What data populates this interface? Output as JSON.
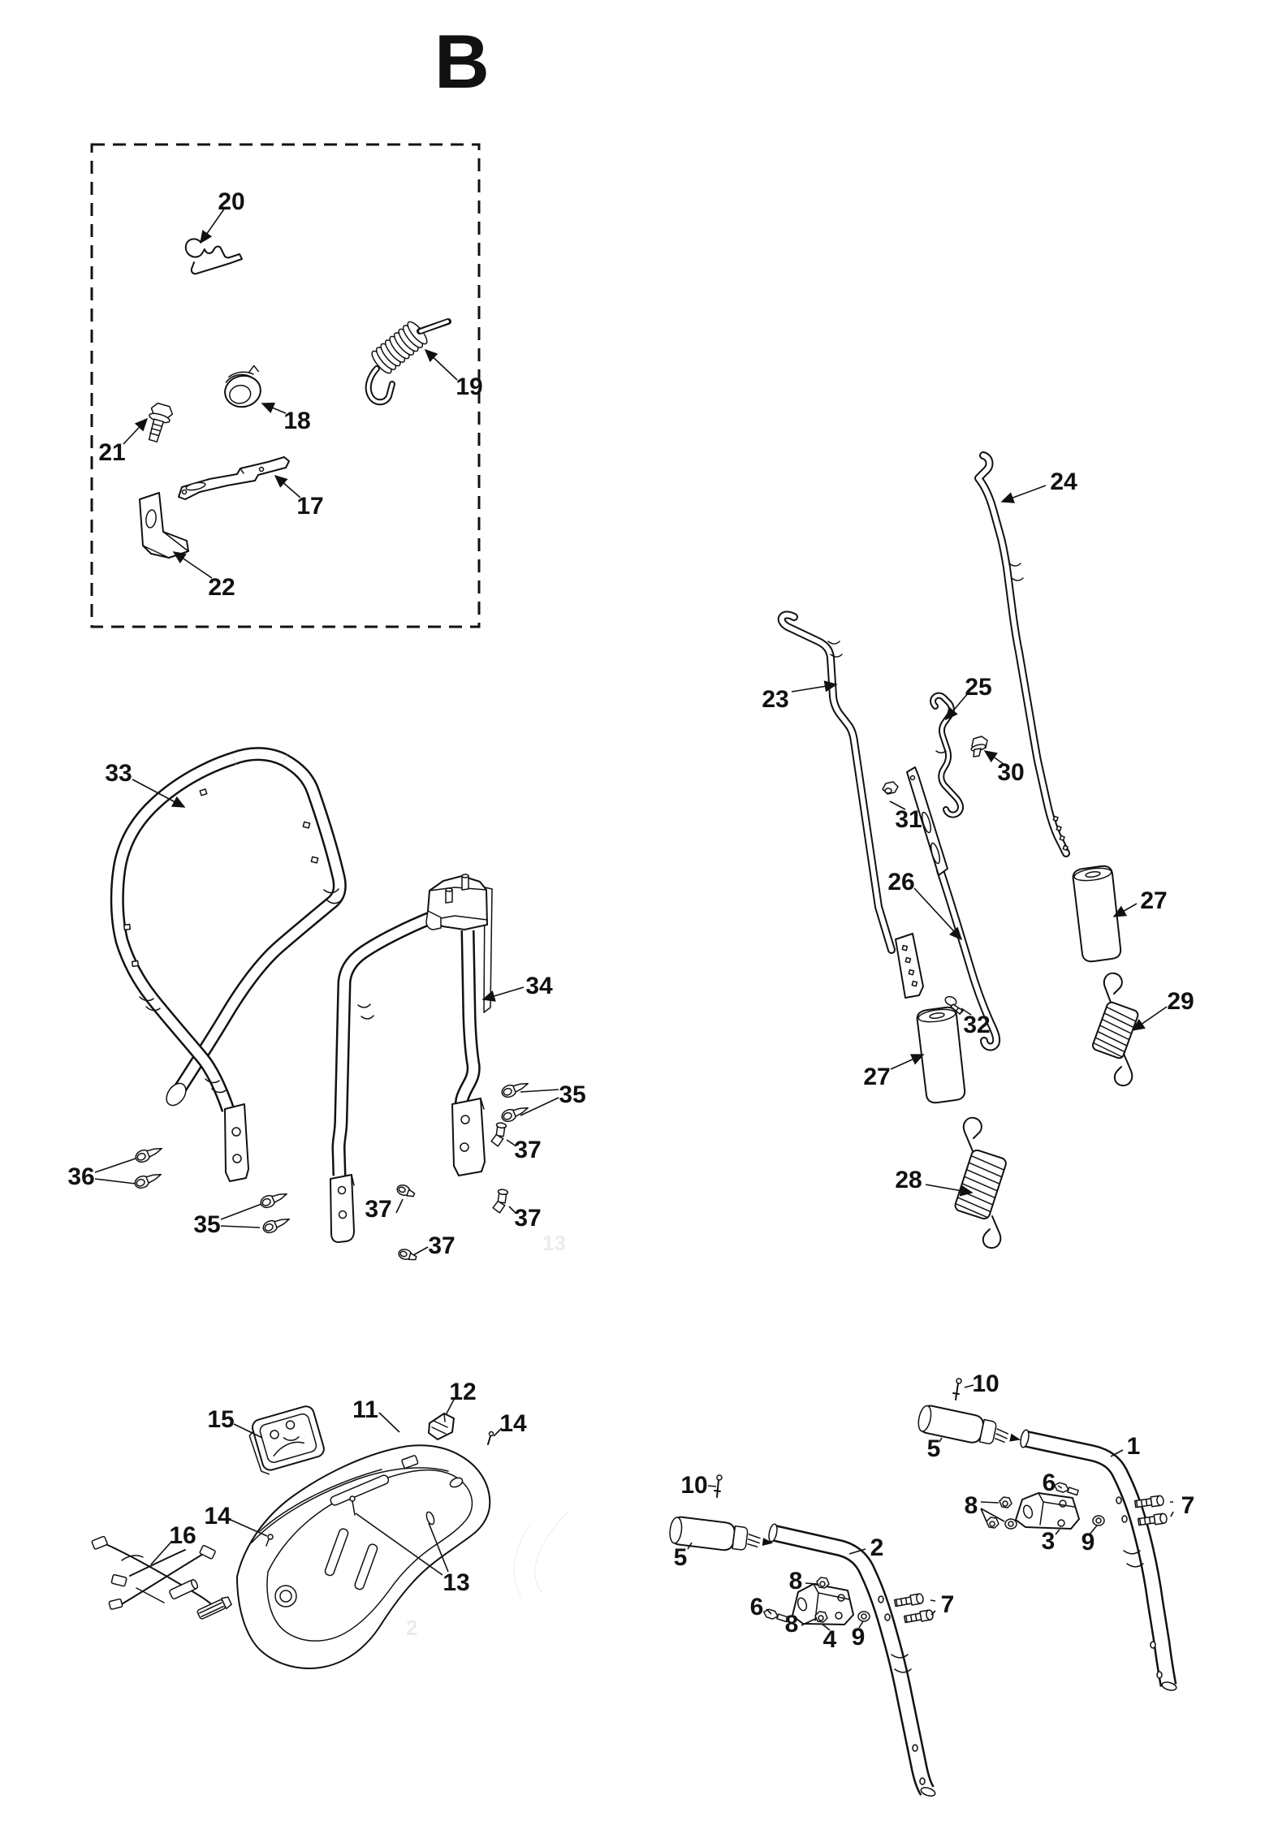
{
  "title": "B",
  "drawing": {
    "type": "exploded-parts-diagram",
    "section": "handle-and-control-assembly",
    "line_color": "#111111",
    "background": "#ffffff",
    "inset_box_style": "dashed",
    "callout_numbers_visible": [
      "1",
      "2",
      "3",
      "4",
      "5",
      "6",
      "7",
      "8",
      "9",
      "10",
      "11",
      "12",
      "13",
      "14",
      "15",
      "16",
      "17",
      "18",
      "19",
      "20",
      "21",
      "22",
      "23",
      "24",
      "25",
      "26",
      "27",
      "28",
      "29",
      "30",
      "31",
      "32",
      "33",
      "34",
      "35",
      "36",
      "37"
    ]
  },
  "labels": {
    "n1": "1",
    "n2": "2",
    "n3": "3",
    "n4": "4",
    "n5": "5",
    "n6": "6",
    "n7": "7",
    "n8": "8",
    "n9": "9",
    "n10": "10",
    "n11": "11",
    "n12": "12",
    "n13": "13",
    "n14": "14",
    "n15": "15",
    "n16": "16",
    "n17": "17",
    "n18": "18",
    "n19": "19",
    "n20": "20",
    "n21": "21",
    "n22": "22",
    "n23": "23",
    "n24": "24",
    "n25": "25",
    "n26": "26",
    "n27": "27",
    "n28": "28",
    "n29": "29",
    "n30": "30",
    "n31": "31",
    "n32": "32",
    "n33": "33",
    "n34": "34",
    "n35": "35",
    "n36": "36",
    "n37": "37"
  },
  "watermarks": {
    "wm1": "13",
    "wm2": "2"
  }
}
